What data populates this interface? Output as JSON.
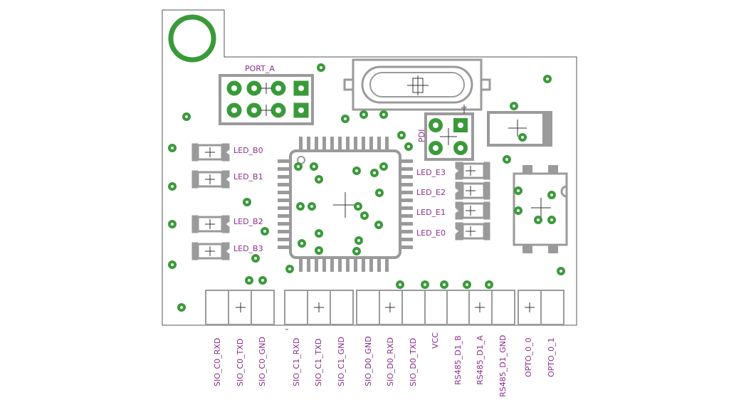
{
  "labels": {
    "port_a": "PORT_A",
    "pdi": "PDI",
    "pdi_pin1": "1",
    "leds_left": [
      "LED_B0",
      "LED_B1",
      "LED_B2",
      "LED_B3"
    ],
    "leds_right": [
      "LED_E3",
      "LED_E2",
      "LED_E1",
      "LED_E0"
    ]
  },
  "connector_pins": [
    "SIO_C0_RXD",
    "SIO_C0_TXD",
    "SIO_C0_GND",
    "SIO_C1_RXD",
    "SIO_C1_TXD",
    "SIO_C1_GND",
    "SIO_D0_GND",
    "SIO_D0_RXD",
    "SIO_D0_TXD",
    "VCC",
    "RS485_D1_B",
    "RS485_D1_A",
    "RS485_D1_GND",
    "OPTO_0_0",
    "OPTO_0_1"
  ],
  "colors": {
    "board_outline": "#555555",
    "pad": "#3a9a3a",
    "silkscreen": "#9a9a9a",
    "label": "#8c2e8c"
  }
}
